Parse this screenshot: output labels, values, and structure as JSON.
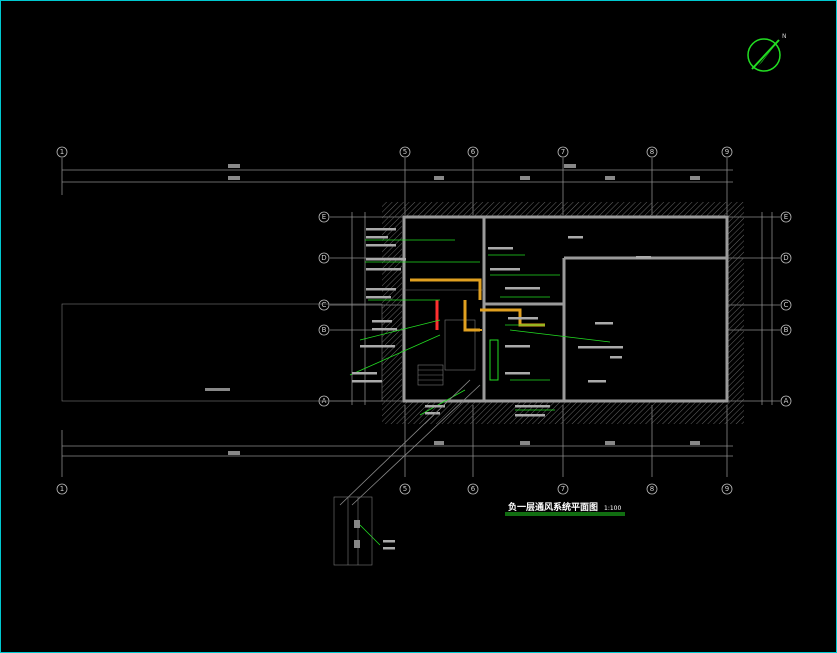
{
  "drawing": {
    "title": "负一层通风系统平面图",
    "scale": "1:100",
    "grid_columns": [
      "1",
      "5",
      "6",
      "7",
      "8",
      "9"
    ],
    "grid_rows": [
      "E",
      "D",
      "C",
      "B",
      "A"
    ],
    "north_label": "N"
  },
  "colors": {
    "frame": "#00c8d0",
    "annotation": "#22dd22",
    "duct": "#e0a020",
    "fire": "#ff3030",
    "walls": "#9a9a9a"
  }
}
